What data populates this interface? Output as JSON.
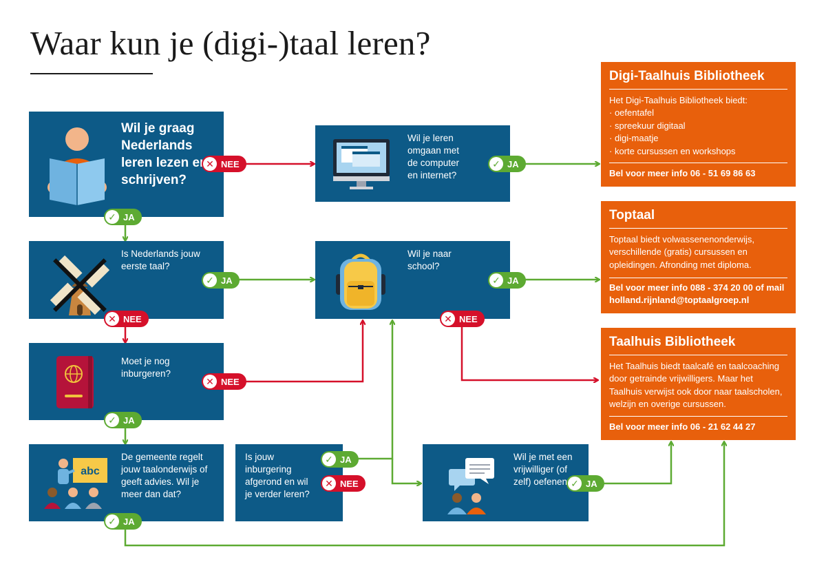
{
  "title": "Waar kun je (digi-)taal leren?",
  "labels": {
    "ja": "JA",
    "nee": "NEE"
  },
  "questions": {
    "q1": "Wil je graag Nederlands leren lezen en schrijven?",
    "q_computer": "Wil je leren omgaan met de computer en internet?",
    "q_first_language": "Is Nederlands jouw eerste taal?",
    "q_school": "Wil je naar school?",
    "q_inburgeren": "Moet je nog inburgeren?",
    "q_gemeente": "De gemeente regelt jouw taalonderwijs of geeft advies. Wil je meer dan dat?",
    "q_afgerond": "Is jouw inburgering afgerond en wil je verder leren?",
    "q_vrijwilliger": "Wil je met een vrijwilliger (of zelf) oefenen?"
  },
  "results": {
    "digi": {
      "title": "Digi-Taalhuis Bibliotheek",
      "intro": "Het Digi-Taalhuis Bibliotheek biedt:",
      "items": [
        "· oefentafel",
        "· spreekuur digitaal",
        "· digi-maatje",
        "· korte cursussen en workshops"
      ],
      "contact": "Bel voor meer info 06 - 51 69 86 63"
    },
    "toptaal": {
      "title": "Toptaal",
      "body": "Toptaal biedt volwassenenonderwijs, verschillende (gratis) cursussen en opleidingen. Afronding met diploma.",
      "contact": "Bel voor meer info 088 - 374 20 00 of mail holland.rijnland@toptaalgroep.nl"
    },
    "taalhuis": {
      "title": "Taalhuis Bibliotheek",
      "body": "Het Taalhuis biedt taalcafé en taalcoaching door getrainde vrijwilligers. Maar het Taalhuis verwijst ook door naar taalscholen, welzijn en overige cursussen.",
      "contact": "Bel voor meer info 06 - 21 62 44 27"
    }
  },
  "icons": {
    "reader": "person-reading-icon",
    "computer": "computer-monitor-icon",
    "windmill": "windmill-icon",
    "backpack": "school-backpack-icon",
    "passport": "passport-icon",
    "classroom": "classroom-abc-icon",
    "chat": "chat-bubbles-people-icon"
  },
  "colors": {
    "blue": "#0d5a87",
    "orange": "#e8600c",
    "green": "#5daa32",
    "red": "#d5102a"
  }
}
